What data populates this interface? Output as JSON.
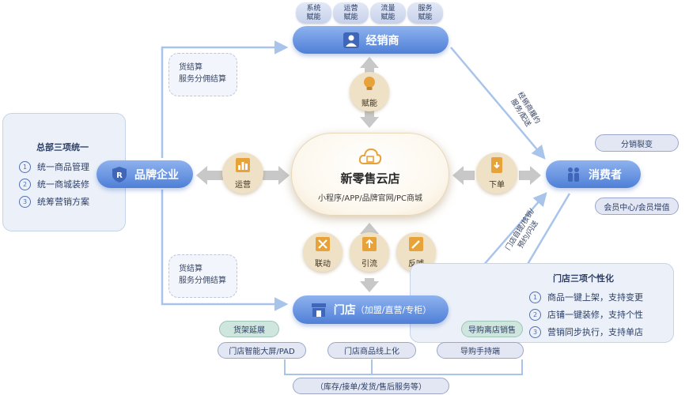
{
  "top_caps": [
    {
      "line1": "系统",
      "line2": "赋能"
    },
    {
      "line1": "运营",
      "line2": "赋能"
    },
    {
      "line1": "流量",
      "line2": "赋能"
    },
    {
      "line1": "服务",
      "line2": "赋能"
    }
  ],
  "nodes": {
    "dealer": "经销商",
    "brand": "品牌企业",
    "consumer": "消费者",
    "store": "门店",
    "store_detail": "（加盟/直营/专柜）"
  },
  "hub": {
    "title": "新零售云店",
    "subtitle": "小程序/APP/品牌官网/PC商城"
  },
  "circles": {
    "empower": "赋能",
    "operate": "运营",
    "order": "下单",
    "link": "联动",
    "traffic": "引流",
    "feedback": "反哺"
  },
  "settle_boxes": [
    {
      "line1": "货结算",
      "line2": "服务分佣结算"
    },
    {
      "line1": "货结算",
      "line2": "服务分佣结算"
    }
  ],
  "hq_panel": {
    "title": "总部三项统一",
    "items": [
      {
        "num": "1",
        "text": "统一商品管理"
      },
      {
        "num": "2",
        "text": "统一商城装修"
      },
      {
        "num": "3",
        "text": "统筹营销方案"
      }
    ]
  },
  "store_panel": {
    "title": "门店三项个性化",
    "items": [
      {
        "num": "1",
        "text": "商品一键上架，支持变更"
      },
      {
        "num": "2",
        "text": "店铺一键装修，支持个性"
      },
      {
        "num": "3",
        "text": "营销同步执行，支持单店"
      }
    ]
  },
  "consumer_pills": {
    "split": "分销裂变",
    "member": "会员中心/会员增值"
  },
  "store_pills": {
    "shelf": "货架延展",
    "screen": "门店智能大屏/PAD",
    "online": "门店商品线上化",
    "guide_sales": "导购离店销售",
    "guide_device": "导购手持端",
    "services": "（库存/接单/发货/售后服务等）"
  },
  "diag_labels": {
    "upper_line1": "经销商履约",
    "upper_line2": "服务/配送",
    "lower_line1": "门店自提/核销/",
    "lower_line2": "预约/闪送"
  },
  "colors": {
    "node_blue": "#5a88dc",
    "circle_tan": "#efe1c6",
    "icon_orange": "#e8a23a",
    "arrow_gray": "#c3c3c3",
    "wire_blue": "#a9c4ea"
  }
}
